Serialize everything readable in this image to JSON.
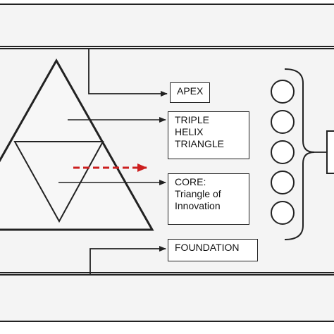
{
  "labels": {
    "apex": [
      "APEX"
    ],
    "triple_helix": [
      "TRIPLE",
      "HELIX",
      "TRIANGLE"
    ],
    "core": [
      "CORE:",
      "Triangle of",
      "Innovation"
    ],
    "foundation": [
      "FOUNDATION"
    ]
  },
  "circle_count": 5,
  "colors": {
    "line": "#222222",
    "arrow_dashed": "#cc1f1f",
    "panel_fill": "#f4f4f4",
    "background": "#ffffff"
  }
}
